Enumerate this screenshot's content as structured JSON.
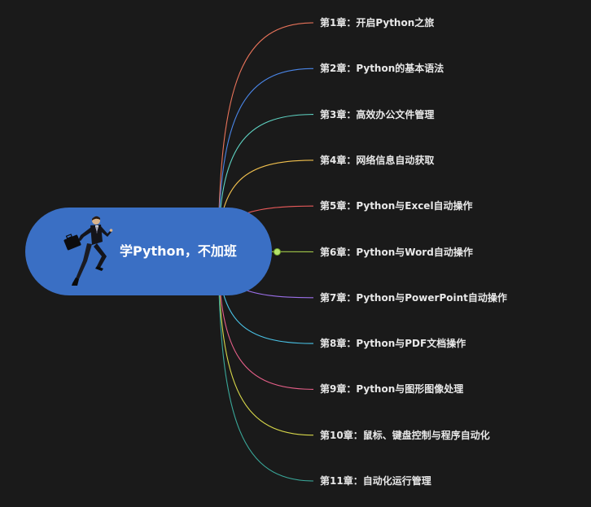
{
  "central": {
    "title": "学Python，不加班",
    "color": "#3a6fc4",
    "icon": "running-businessman-illustration"
  },
  "chapters": [
    {
      "label": "第1章：开启Python之旅",
      "color": "#e8735a"
    },
    {
      "label": "第2章：Python的基本语法",
      "color": "#4a86e8"
    },
    {
      "label": "第3章：高效办公文件管理",
      "color": "#5fd4c4"
    },
    {
      "label": "第4章：网络信息自动获取",
      "color": "#f2c14e"
    },
    {
      "label": "第5章：Python与Excel自动操作",
      "color": "#e85a5a"
    },
    {
      "label": "第6章：Python与Word自动操作",
      "color": "#a3c94a"
    },
    {
      "label": "第7章：Python与PowerPoint自动操作",
      "color": "#9b6fe8"
    },
    {
      "label": "第8章：Python与PDF文档操作",
      "color": "#4ac4e8"
    },
    {
      "label": "第9章：Python与图形图像处理",
      "color": "#e8608a"
    },
    {
      "label": "第10章：鼠标、键盘控制与程序自动化",
      "color": "#d8d84a"
    },
    {
      "label": "第11章：自动化运行管理",
      "color": "#3aa89a"
    }
  ],
  "handle": {
    "color": "#b5e36a"
  }
}
